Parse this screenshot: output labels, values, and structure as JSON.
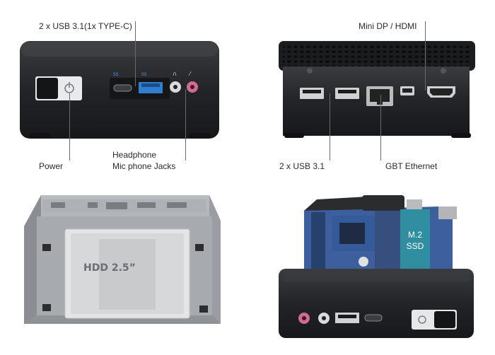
{
  "labels": {
    "usb_typec": "2 x USB 3.1(1x TYPE-C)",
    "power": "Power",
    "headphone": "Headphone",
    "mic_jacks": "Mic phone Jacks",
    "minidp_hdmi": "Mini DP / HDMI",
    "usb31": "2 x USB 3.1",
    "gbt_ethernet": "GBT Ethernet",
    "hdd": "HDD 2.5”",
    "ssd_line1": "M.2",
    "ssd_line2": "SSD"
  },
  "colors": {
    "chassis": "#26282b",
    "usb_blue": "#2f7fd0",
    "mic_pink": "#d16b8f",
    "ssd_teal": "#2f8fa0",
    "board_blue": "#3d5f9e"
  }
}
